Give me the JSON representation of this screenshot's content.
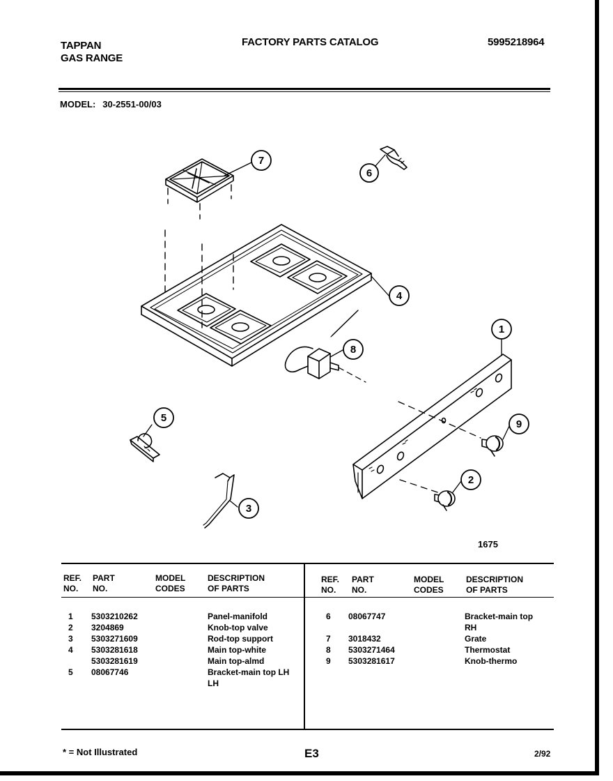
{
  "header": {
    "brand": "TAPPAN",
    "product": "GAS RANGE",
    "title": "FACTORY PARTS CATALOG",
    "catalog_number": "5995218964"
  },
  "model": {
    "label": "MODEL:",
    "value": "30-2551-00/03"
  },
  "diagram": {
    "figure_number": "1675",
    "callouts": [
      "1",
      "2",
      "3",
      "4",
      "5",
      "6",
      "7",
      "8",
      "9"
    ]
  },
  "table": {
    "headers": {
      "ref": [
        "REF.",
        "NO."
      ],
      "part": [
        "PART",
        "NO."
      ],
      "model": [
        "MODEL",
        "CODES"
      ],
      "desc": [
        "DESCRIPTION",
        "OF PARTS"
      ]
    },
    "left_rows": [
      {
        "ref": "1",
        "part": "5303210262",
        "desc": "Panel-manifold"
      },
      {
        "ref": "2",
        "part": "3204869",
        "desc": "Knob-top valve"
      },
      {
        "ref": "3",
        "part": "5303271609",
        "desc": "Rod-top support"
      },
      {
        "ref": "4",
        "part": "5303281618",
        "desc": "Main top-white"
      },
      {
        "ref": "",
        "part": "5303281619",
        "desc": "Main top-almd"
      },
      {
        "ref": "5",
        "part": "08067746",
        "desc": "Bracket-main top LH"
      },
      {
        "ref": "",
        "part": "",
        "desc": "LH"
      }
    ],
    "right_rows": [
      {
        "ref": "6",
        "part": "08067747",
        "desc": "Bracket-main top"
      },
      {
        "ref": "",
        "part": "",
        "desc": "RH"
      },
      {
        "ref": "7",
        "part": "3018432",
        "desc": "Grate"
      },
      {
        "ref": "8",
        "part": "5303271464",
        "desc": "Thermostat"
      },
      {
        "ref": "9",
        "part": "5303281617",
        "desc": "Knob-thermo"
      }
    ]
  },
  "footer": {
    "note": "* = Not Illustrated",
    "page_code": "E3",
    "date": "2/92"
  }
}
